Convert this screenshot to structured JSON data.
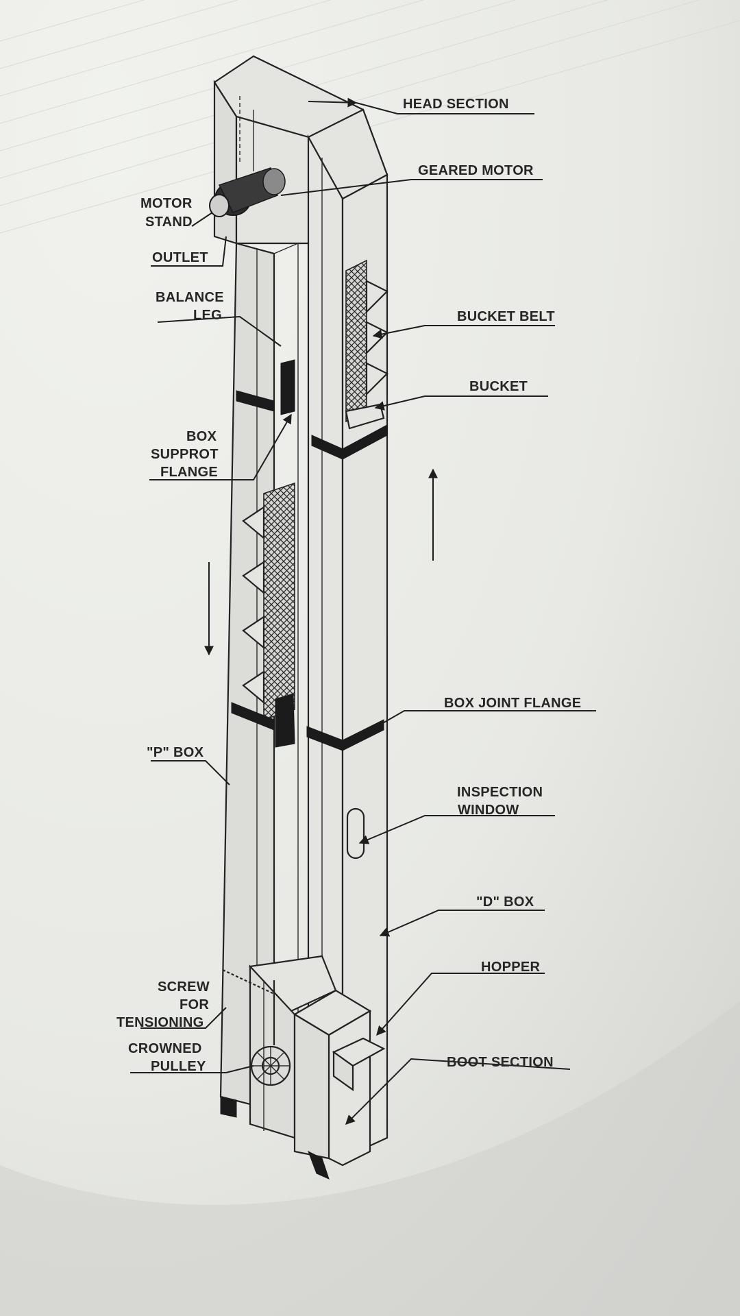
{
  "labels": {
    "head_section": "HEAD SECTION",
    "geared_motor": "GEARED MOTOR",
    "motor_stand_line1": "MOTOR",
    "motor_stand_line2": "STAND",
    "outlet": "OUTLET",
    "balance_leg_line1": "BALANCE",
    "balance_leg_line2": "LEG",
    "bucket_belt": "BUCKET BELT",
    "bucket": "BUCKET",
    "box_support_flange_line1": "BOX",
    "box_support_flange_line2": "SUPPROT",
    "box_support_flange_line3": "FLANGE",
    "box_joint_flange": "BOX JOINT FLANGE",
    "p_box": "\"P\" BOX",
    "inspection_window_line1": "INSPECTION",
    "inspection_window_line2": "WINDOW",
    "d_box": "\"D\" BOX",
    "hopper": "HOPPER",
    "screw_for_tensioning_line1": "SCREW",
    "screw_for_tensioning_line2": "FOR",
    "screw_for_tensioning_line3": "TENSIONING",
    "crowned_pulley_line1": "CROWNED",
    "crowned_pulley_line2": "PULLEY",
    "boot_section": "BOOT SECTION"
  },
  "colors": {
    "paper": "#e9eae6",
    "ink": "#232323"
  }
}
